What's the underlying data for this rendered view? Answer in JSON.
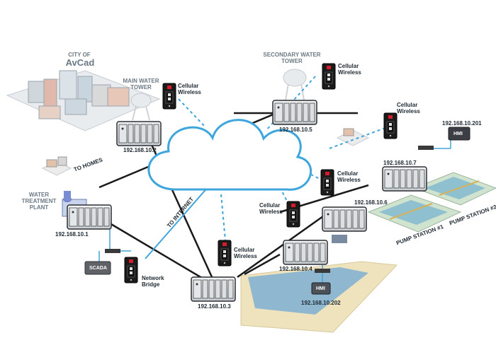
{
  "labels": {
    "city_of": "CITY OF",
    "city_name": "AvCad",
    "main_tower_1": "MAIN WATER",
    "main_tower_2": "TOWER",
    "secondary_tower_1": "SECONDARY WATER",
    "secondary_tower_2": "TOWER",
    "treatment_1": "WATER",
    "treatment_2": "TREATMENT",
    "treatment_3": "PLANT",
    "to_homes": "TO HOMES",
    "to_internet": "TO INTERNET",
    "pump_station_1": "PUMP STATION #1",
    "pump_station_2": "PUMP STATION #2",
    "network_bridge_1": "Network",
    "network_bridge_2": "Bridge",
    "scada": "SCADA",
    "hmi": "HMI"
  },
  "cellular": {
    "line1": "Cellular",
    "line2": "Wireless"
  },
  "ips": {
    "n2": "192.168.10.2",
    "n5": "192.168.10.5",
    "n7": "192.168.10.7",
    "n201": "192.168.10.201",
    "n6": "192.168.10.6",
    "n1": "192.168.10.1",
    "n4": "192.168.10.4",
    "n3": "192.168.10.3",
    "n202": "192.168.10.202"
  },
  "colors": {
    "cloud_stroke": "#3ea6dc",
    "wired_link": "#1a1a1a",
    "internet_link": "#3ea6dc",
    "wireless_link": "#3ea6dc",
    "water": "#8fb7cf",
    "sand": "#efe3bd"
  }
}
